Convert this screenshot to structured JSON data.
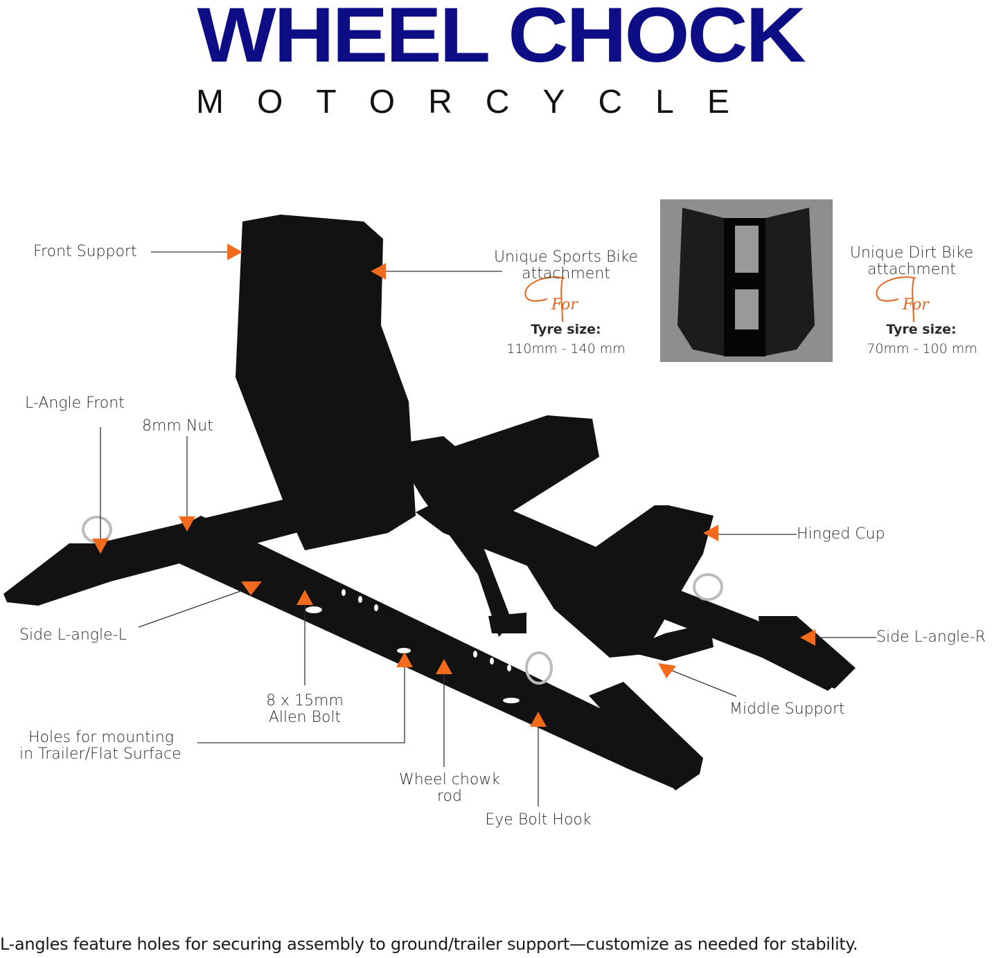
{
  "header": {
    "title": "WHEEL CHOCK",
    "subtitle": "MOTORCYCLE"
  },
  "colors": {
    "title": "#0d0d85",
    "arrow": "#f26a1b",
    "product": "#111111",
    "inset_bg": "#8f8d8e"
  },
  "attachments": {
    "sports": {
      "title_line1": "Unique Sports Bike",
      "title_line2": "attachment",
      "script": "For",
      "tyre_label": "Tyre size:",
      "tyre_range": "110mm - 140 mm"
    },
    "dirt": {
      "title_line1": "Unique Dirt Bike",
      "title_line2": "attachment",
      "script": "For",
      "tyre_label": "Tyre size:",
      "tyre_range": "70mm - 100 mm"
    }
  },
  "labels": {
    "front_support": "Front Support",
    "l_angle_front": "L-Angle Front",
    "nut": "8mm Nut",
    "hinged_cup": "Hinged Cup",
    "side_l": "Side L-angle-L",
    "side_r": "Side L-angle-R",
    "allen_line1": "8 x 15mm",
    "allen_line2": "Allen Bolt",
    "holes_line1": "Holes for mounting",
    "holes_line2": "in Trailer/Flat Surface",
    "rod_line1": "Wheel chowk",
    "rod_line2": "rod",
    "eye_bolt": "Eye Bolt Hook",
    "middle_support": "Middle Support"
  },
  "caption": "L-angles feature holes for securing assembly to ground/trailer support—customize as needed for stability."
}
